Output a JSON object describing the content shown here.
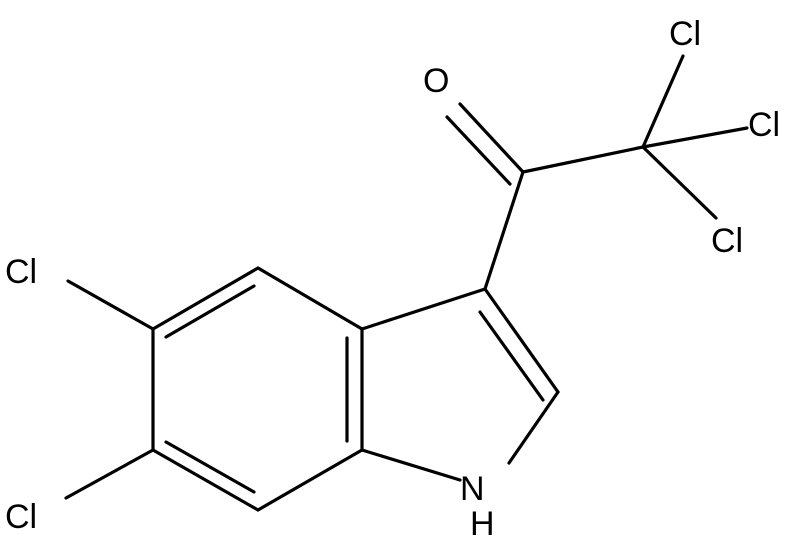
{
  "molecule": {
    "atoms": {
      "cl_5": "Cl",
      "cl_6": "Cl",
      "oxygen": "O",
      "cl_a": "Cl",
      "cl_b": "Cl",
      "cl_c": "Cl",
      "nh_n": "N",
      "nh_h": "H"
    }
  }
}
